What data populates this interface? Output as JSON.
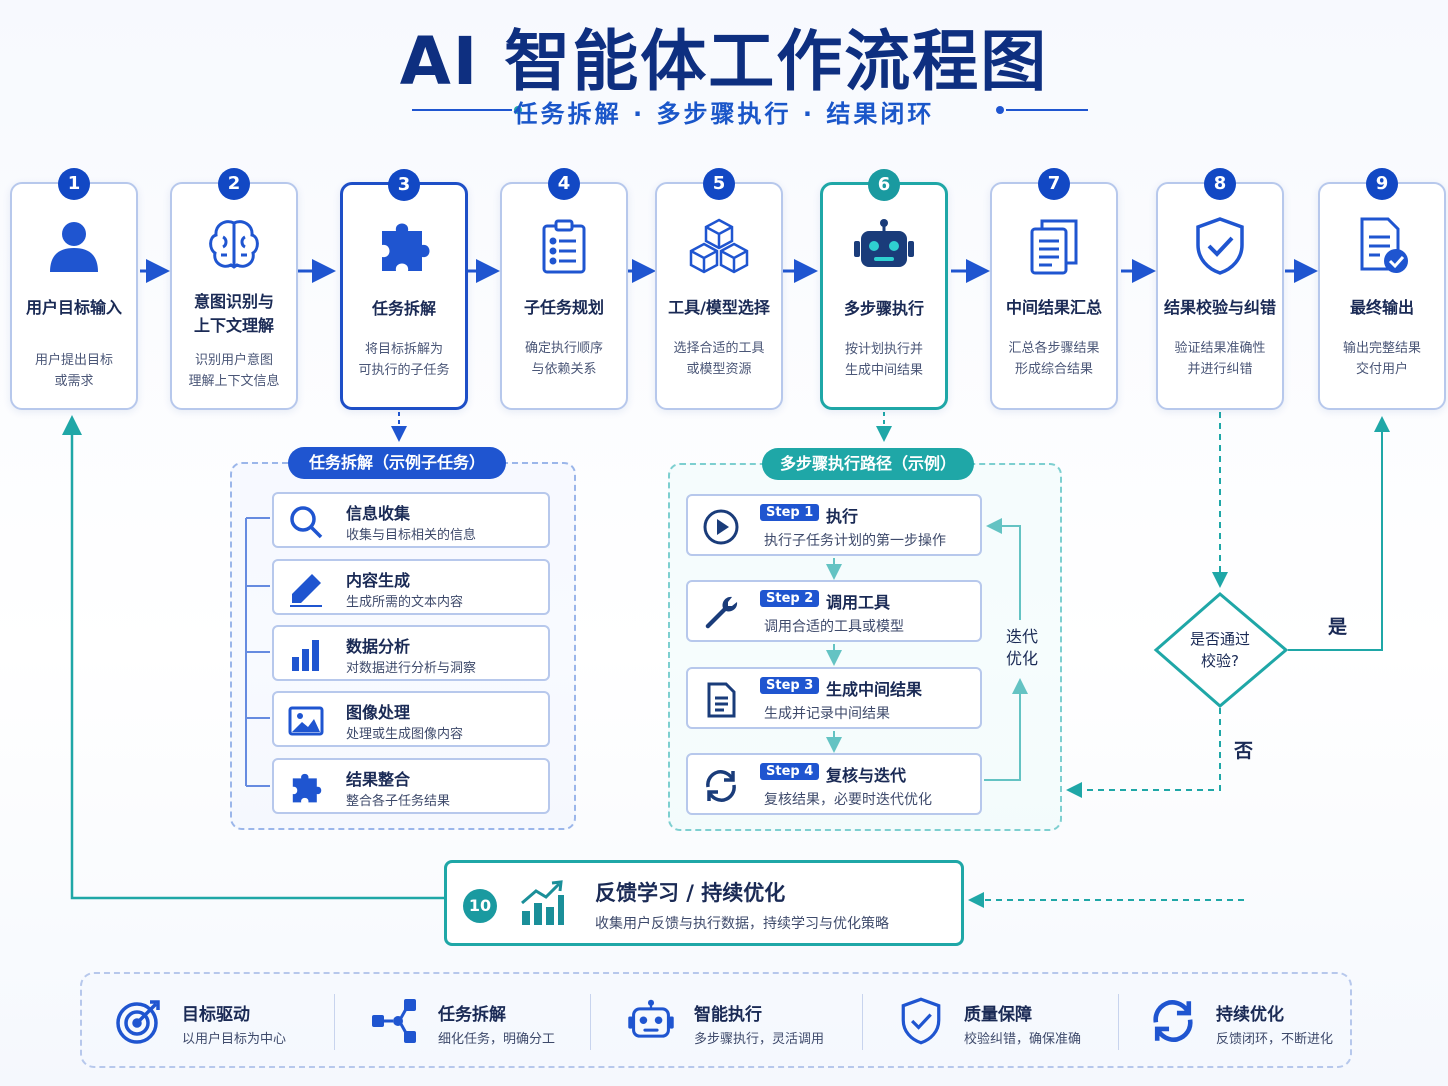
{
  "title": "AI 智能体工作流程图",
  "subtitle": "任务拆解 · 多步骤执行 · 结果闭环",
  "steps": [
    {
      "num": "1",
      "title": "用户目标输入",
      "desc": "用户提出目标\n或需求",
      "icon": "user-icon"
    },
    {
      "num": "2",
      "title": "意图识别与\n上下文理解",
      "desc": "识别用户意图\n理解上下文信息",
      "icon": "brain-icon"
    },
    {
      "num": "3",
      "title": "任务拆解",
      "desc": "将目标拆解为\n可执行的子任务",
      "icon": "puzzle-icon"
    },
    {
      "num": "4",
      "title": "子任务规划",
      "desc": "确定执行顺序\n与依赖关系",
      "icon": "clipboard-icon"
    },
    {
      "num": "5",
      "title": "工具/模型选择",
      "desc": "选择合适的工具\n或模型资源",
      "icon": "cubes-icon"
    },
    {
      "num": "6",
      "title": "多步骤执行",
      "desc": "按计划执行并\n生成中间结果",
      "icon": "robot-icon"
    },
    {
      "num": "7",
      "title": "中间结果汇总",
      "desc": "汇总各步骤结果\n形成综合结果",
      "icon": "documents-icon"
    },
    {
      "num": "8",
      "title": "结果校验与纠错",
      "desc": "验证结果准确性\n并进行纠错",
      "icon": "shield-check-icon"
    },
    {
      "num": "9",
      "title": "最终输出",
      "desc": "输出完整结果\n交付用户",
      "icon": "file-check-icon"
    }
  ],
  "task_panel": {
    "title": "任务拆解（示例子任务）",
    "items": [
      {
        "title": "信息收集",
        "desc": "收集与目标相关的信息",
        "icon": "search-icon"
      },
      {
        "title": "内容生成",
        "desc": "生成所需的文本内容",
        "icon": "pencil-icon"
      },
      {
        "title": "数据分析",
        "desc": "对数据进行分析与洞察",
        "icon": "bar-chart-icon"
      },
      {
        "title": "图像处理",
        "desc": "处理或生成图像内容",
        "icon": "image-icon"
      },
      {
        "title": "结果整合",
        "desc": "整合各子任务结果",
        "icon": "puzzle-icon"
      }
    ]
  },
  "exec_panel": {
    "title": "多步骤执行路径（示例）",
    "items": [
      {
        "tag": "Step 1",
        "title": "执行",
        "desc": "执行子任务计划的第一步操作",
        "icon": "play-icon"
      },
      {
        "tag": "Step 2",
        "title": "调用工具",
        "desc": "调用合适的工具或模型",
        "icon": "wrench-icon"
      },
      {
        "tag": "Step 3",
        "title": "生成中间结果",
        "desc": "生成并记录中间结果",
        "icon": "document-icon"
      },
      {
        "tag": "Step 4",
        "title": "复核与迭代",
        "desc": "复核结果，必要时迭代优化",
        "icon": "refresh-icon"
      }
    ],
    "iterate_label": "迭代\n优化"
  },
  "decision": {
    "text": "是否通过\n校验?",
    "yes": "是",
    "no": "否"
  },
  "feedback": {
    "num": "10",
    "title": "反馈学习 / 持续优化",
    "desc": "收集用户反馈与执行数据，持续学习与优化策略",
    "icon": "growth-chart-icon"
  },
  "features": [
    {
      "title": "目标驱动",
      "desc": "以用户目标为中心",
      "icon": "target-icon"
    },
    {
      "title": "任务拆解",
      "desc": "细化任务，明确分工",
      "icon": "network-icon"
    },
    {
      "title": "智能执行",
      "desc": "多步骤执行，灵活调用",
      "icon": "robot-icon"
    },
    {
      "title": "质量保障",
      "desc": "校验纠错，确保准确",
      "icon": "shield-check-icon"
    },
    {
      "title": "持续优化",
      "desc": "反馈闭环，不断进化",
      "icon": "refresh-icon"
    }
  ],
  "colors": {
    "primary": "#1248c4",
    "teal": "#1fa7a7",
    "title": "#0e2f80"
  }
}
